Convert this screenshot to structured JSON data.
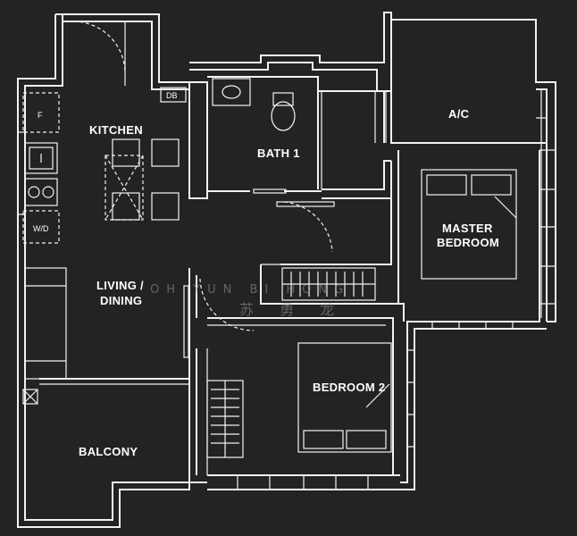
{
  "rooms": {
    "kitchen": "KITCHEN",
    "bath1": "BATH 1",
    "ac": "A/C",
    "master_line1": "MASTER",
    "master_line2": "BEDROOM",
    "living_line1": "LIVING /",
    "living_line2": "DINING",
    "bedroom2": "BEDROOM 2",
    "balcony": "BALCONY"
  },
  "fixtures": {
    "fridge": "F",
    "washer_dryer": "W/D",
    "db": "DB"
  },
  "watermark": {
    "latin": "OH YUN BI HONG",
    "chinese": "苏 勇 龙"
  }
}
